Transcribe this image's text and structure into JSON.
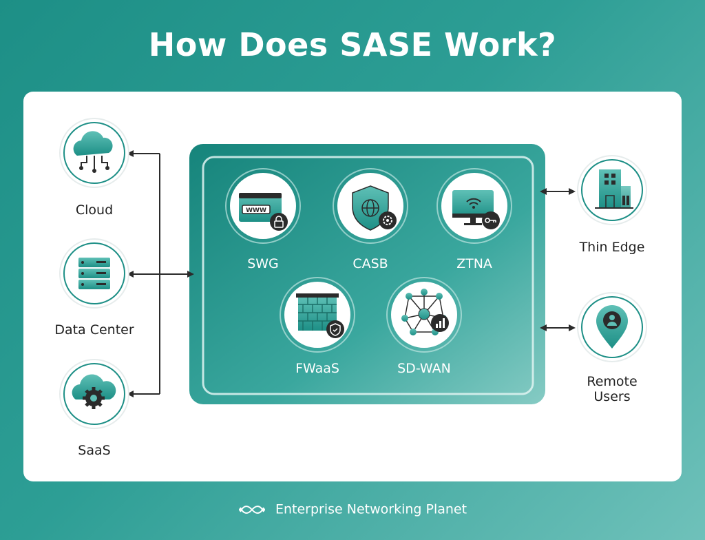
{
  "title": "How Does SASE Work?",
  "left_nodes": [
    {
      "label": "Cloud",
      "icon": "cloud-network-icon"
    },
    {
      "label": "Data Center",
      "icon": "server-rack-icon"
    },
    {
      "label": "SaaS",
      "icon": "cloud-gear-icon"
    }
  ],
  "sase_services": [
    {
      "label": "SWG",
      "icon": "browser-lock-icon"
    },
    {
      "label": "CASB",
      "icon": "shield-globe-gear-icon"
    },
    {
      "label": "ZTNA",
      "icon": "monitor-wifi-key-icon"
    },
    {
      "label": "FWaaS",
      "icon": "firewall-shield-icon"
    },
    {
      "label": "SD-WAN",
      "icon": "network-mesh-chart-icon"
    }
  ],
  "right_nodes": [
    {
      "label": "Thin Edge",
      "icon": "building-icon"
    },
    {
      "label_line1": "Remote",
      "label_line2": "Users",
      "icon": "location-user-icon"
    }
  ],
  "footer": {
    "brand": "Enterprise Networking Planet"
  },
  "colors": {
    "teal": "#1d8f86",
    "dark": "#2b2b2b",
    "light_teal": "#8fd3cc"
  }
}
